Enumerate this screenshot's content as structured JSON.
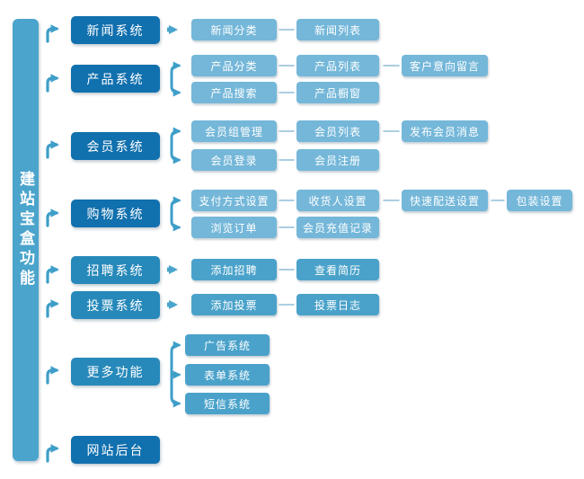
{
  "diagram": {
    "root_label": "建站宝盒功能",
    "colors": {
      "bar": "#4BA4CC",
      "primary_dark": "#1170AE",
      "primary_medium": "#2789BA",
      "secondary_medium": "#4AA2CA",
      "secondary_light": "#74B7D9",
      "connector": "#3E9EC8",
      "flow_arrow": "#4AA5CD",
      "link_line": "#8FBED8"
    },
    "systems": [
      {
        "label": "新闻系统",
        "children": [
          {
            "label": "新闻分类",
            "children": [
              {
                "label": "新闻列表"
              }
            ]
          }
        ]
      },
      {
        "label": "产品系统",
        "children": [
          {
            "label": "产品分类",
            "children": [
              {
                "label": "产品列表",
                "children": [
                  {
                    "label": "客户意向留言"
                  }
                ]
              }
            ]
          },
          {
            "label": "产品搜索",
            "children": [
              {
                "label": "产品橱窗"
              }
            ]
          }
        ]
      },
      {
        "label": "会员系统",
        "children": [
          {
            "label": "会员组管理",
            "children": [
              {
                "label": "会员列表",
                "children": [
                  {
                    "label": "发布会员消息"
                  }
                ]
              }
            ]
          },
          {
            "label": "会员登录",
            "children": [
              {
                "label": "会员注册"
              }
            ]
          }
        ]
      },
      {
        "label": "购物系统",
        "children": [
          {
            "label": "支付方式设置",
            "children": [
              {
                "label": "收货人设置",
                "children": [
                  {
                    "label": "快速配送设置",
                    "children": [
                      {
                        "label": "包装设置"
                      }
                    ]
                  }
                ]
              }
            ]
          },
          {
            "label": "浏览订单",
            "children": [
              {
                "label": "会员充值记录"
              }
            ]
          }
        ]
      },
      {
        "label": "招聘系统",
        "children": [
          {
            "label": "添加招聘",
            "children": [
              {
                "label": "查看简历"
              }
            ]
          }
        ]
      },
      {
        "label": "投票系统",
        "children": [
          {
            "label": "添加投票",
            "children": [
              {
                "label": "投票日志"
              }
            ]
          }
        ]
      },
      {
        "label": "更多功能",
        "children": [
          {
            "label": "广告系统"
          },
          {
            "label": "表单系统"
          },
          {
            "label": "短信系统"
          }
        ]
      },
      {
        "label": "网站后台",
        "children": []
      }
    ]
  }
}
